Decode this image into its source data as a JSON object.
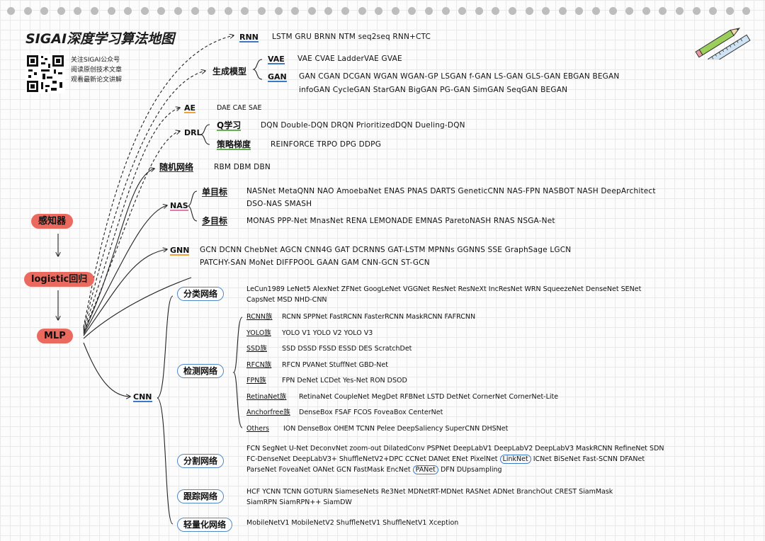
{
  "title": "SIGAI深度学习算法地图",
  "qr_note": [
    "关注SIGAI公众号",
    "阅读原创技术文章",
    "观看最新论文讲解"
  ],
  "roots": {
    "perceptron": "感知器",
    "logistic": "logistic回归",
    "mlp": "MLP"
  },
  "rnn": {
    "label": "RNN",
    "items": "LSTM  GRU  BRNN  NTM  seq2seq  RNN+CTC"
  },
  "generative": {
    "label": "生成模型",
    "vae": {
      "label": "VAE",
      "items": "VAE  CVAE  LadderVAE  GVAE"
    },
    "gan": {
      "label": "GAN",
      "line1": "GAN  CGAN  DCGAN  WGAN  WGAN-GP  LSGAN  f-GAN  LS-GAN  GLS-GAN  EBGAN  BEGAN",
      "line2": "infoGAN  CycleGAN  StarGAN  BigGAN  PG-GAN  SimGAN  SeqGAN  BEGAN"
    }
  },
  "ae": {
    "label": "AE",
    "items": "DAE  CAE  SAE"
  },
  "drl": {
    "label": "DRL",
    "q": {
      "label": "Q学习",
      "items": "DQN  Double-DQN  DRQN  PrioritizedDQN  Dueling-DQN"
    },
    "pg": {
      "label": "策略梯度",
      "items": "REINFORCE  TRPO  DPG  DDPG"
    }
  },
  "random_nets": {
    "label": "随机网络",
    "items": "RBM  DBM  DBN"
  },
  "nas": {
    "label": "NAS",
    "single": {
      "label": "单目标",
      "line1": "NASNet  MetaQNN  NAO  AmoebaNet  ENAS  PNAS  DARTS  GeneticCNN  NAS-FPN  NASBOT  NASH  DeepArchitect",
      "line2": "DSO-NAS  SMASH"
    },
    "multi": {
      "label": "多目标",
      "items": "MONAS  PPP-Net  MnasNet  RENA  LEMONADE  EMNAS  ParetoNASH  RNAS  NSGA-Net"
    }
  },
  "gnn": {
    "label": "GNN",
    "line1": "GCN  DCNN  ChebNet  AGCN  CNN4G  GAT  DCRNNS  GAT-LSTM  MPNNs  GGNNS  SSE  GraphSage  LGCN",
    "line2": "PATCHY-SAN  MoNet  DIFFPOOL  GAAN  GAM  CNN-GCN  ST-GCN"
  },
  "cnn": {
    "label": "CNN",
    "classification": {
      "label": "分类网络",
      "line1": "LeCun1989  LeNet5  AlexNet  ZFNet  GoogLeNet  VGGNet  ResNet  ResNeXt  IncResNet  WRN  SqueezeNet  DenseNet  SENet",
      "line2": "CapsNet  MSD  NHD-CNN"
    },
    "detection": {
      "label": "检测网络",
      "families": [
        {
          "label": "RCNN族",
          "items": "RCNN  SPPNet  FastRCNN  FasterRCNN  MaskRCNN  FAFRCNN"
        },
        {
          "label": "YOLO族",
          "items": "YOLO V1  YOLO V2  YOLO V3"
        },
        {
          "label": "SSD族",
          "items": "SSD  DSSD  FSSD  ESSD  DES  ScratchDet"
        },
        {
          "label": "RFCN族",
          "items": "RFCN  PVANet  StuffNet  GBD-Net"
        },
        {
          "label": "FPN族",
          "items": "FPN  DeNet  LCDet  Yes-Net  RON  DSOD"
        },
        {
          "label": "RetinaNet族",
          "items": "RetinaNet  CoupleNet  MegDet  RFBNet  LSTD  DetNet  CornerNet  CornerNet-Lite"
        },
        {
          "label": "Anchorfree族",
          "items": "DenseBox  FSAF  FCOS  FoveaBox  CenterNet"
        },
        {
          "label": "Others",
          "items": "ION  DenseBox  OHEM  TCNN  Pelee  DeepSaliency  SuperCNN  DHSNet"
        }
      ]
    },
    "segmentation": {
      "label": "分割网络",
      "line1": "FCN  SegNet  U-Net  DeconvNet  zoom-out  DilatedConv  PSPNet  DeepLabV1  DeepLabV2  DeepLabV3  MaskRCNN  RefineNet  SDN",
      "line2a": "FC-DenseNet  DeepLabV3+  ShuffleNetV2+DPC  CCNet  DANet  ENet  PixelNet",
      "line2_circled": "LinkNet",
      "line2b": "ICNet  BiSeNet  Fast-SCNN  DFANet",
      "line3a": "ParseNet  FoveaNet  OANet  GCN  FastMask  EncNet",
      "line3_circled": "PANet",
      "line3b": "DFN  DUpsampling"
    },
    "tracking": {
      "label": "跟踪网络",
      "line1": "HCF  YCNN  TCNN  GOTURN  SiameseNets  Re3Net  MDNetRT-MDNet  RASNet  ADNet  BranchOut  CREST  SiamMask",
      "line2": "SiamRPN  SiamRPN++  SiamDW"
    },
    "lightweight": {
      "label": "轻量化网络",
      "items": "MobileNetV1  MobileNetV2  ShuffleNetV1  ShuffleNetV1  Xception"
    }
  },
  "colors": {
    "root_pill": "#ea6a5f",
    "oval_border": "#4f89c7",
    "accent_blue": "#3b78c5",
    "accent_orange": "#f2a23a",
    "accent_pink": "#e07ab0",
    "accent_green": "#62b04f"
  },
  "icons": [
    "qr-code-icon",
    "pencil-icon",
    "ruler-icon"
  ]
}
